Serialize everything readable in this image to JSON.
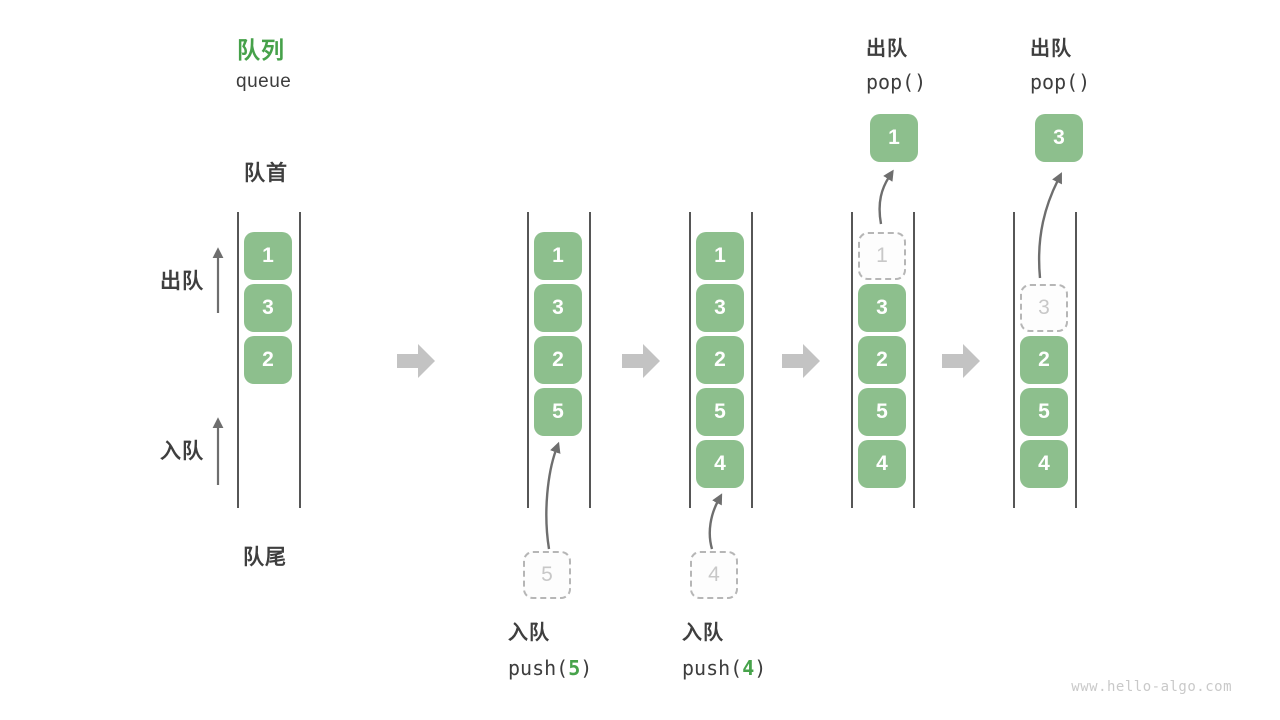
{
  "title": {
    "zh": "队列",
    "en": "queue"
  },
  "side_labels": {
    "front": "队首",
    "rear": "队尾",
    "dequeue": "出队",
    "enqueue": "入队"
  },
  "watermark": "www.hello-algo.com",
  "colors": {
    "title_green": "#46a14a",
    "cell_green": "#8dbf8d",
    "cell_text": "#ffffff",
    "arg_green": "#47a34b",
    "dark_text": "#3d3d3d",
    "thin_arrow": "#6e6e6e",
    "block_arrow": "#c3c3c3",
    "ghost_border": "#b6b6b6",
    "ghost_text": "#c8c8c8",
    "channel_line": "#565656",
    "watermark_gray": "#c9c9c9"
  },
  "stages": [
    {
      "name": "initial",
      "row_offset": 0,
      "slots": [
        {
          "value": "1"
        },
        {
          "value": "3"
        },
        {
          "value": "2"
        }
      ]
    },
    {
      "name": "after-push-5",
      "row_offset": 0,
      "slots": [
        {
          "value": "1"
        },
        {
          "value": "3"
        },
        {
          "value": "2"
        },
        {
          "value": "5"
        }
      ],
      "incoming_value": "5",
      "op": {
        "label": "入队",
        "fn": "push(",
        "arg": "5",
        "close": ")"
      }
    },
    {
      "name": "after-push-4",
      "row_offset": 0,
      "slots": [
        {
          "value": "1"
        },
        {
          "value": "3"
        },
        {
          "value": "2"
        },
        {
          "value": "5"
        },
        {
          "value": "4"
        }
      ],
      "incoming_value": "4",
      "op": {
        "label": "入队",
        "fn": "push(",
        "arg": "4",
        "close": ")"
      }
    },
    {
      "name": "pop-1",
      "row_offset": 0,
      "slots": [
        {
          "value": "1",
          "ghost": true
        },
        {
          "value": "3"
        },
        {
          "value": "2"
        },
        {
          "value": "5"
        },
        {
          "value": "4"
        }
      ],
      "header": {
        "label": "出队",
        "code": "pop()"
      },
      "popped_value": "1"
    },
    {
      "name": "pop-3",
      "row_offset": 1,
      "slots": [
        {
          "value": "3",
          "ghost": true
        },
        {
          "value": "2"
        },
        {
          "value": "5"
        },
        {
          "value": "4"
        }
      ],
      "header": {
        "label": "出队",
        "code": "pop()"
      },
      "popped_value": "3"
    }
  ]
}
